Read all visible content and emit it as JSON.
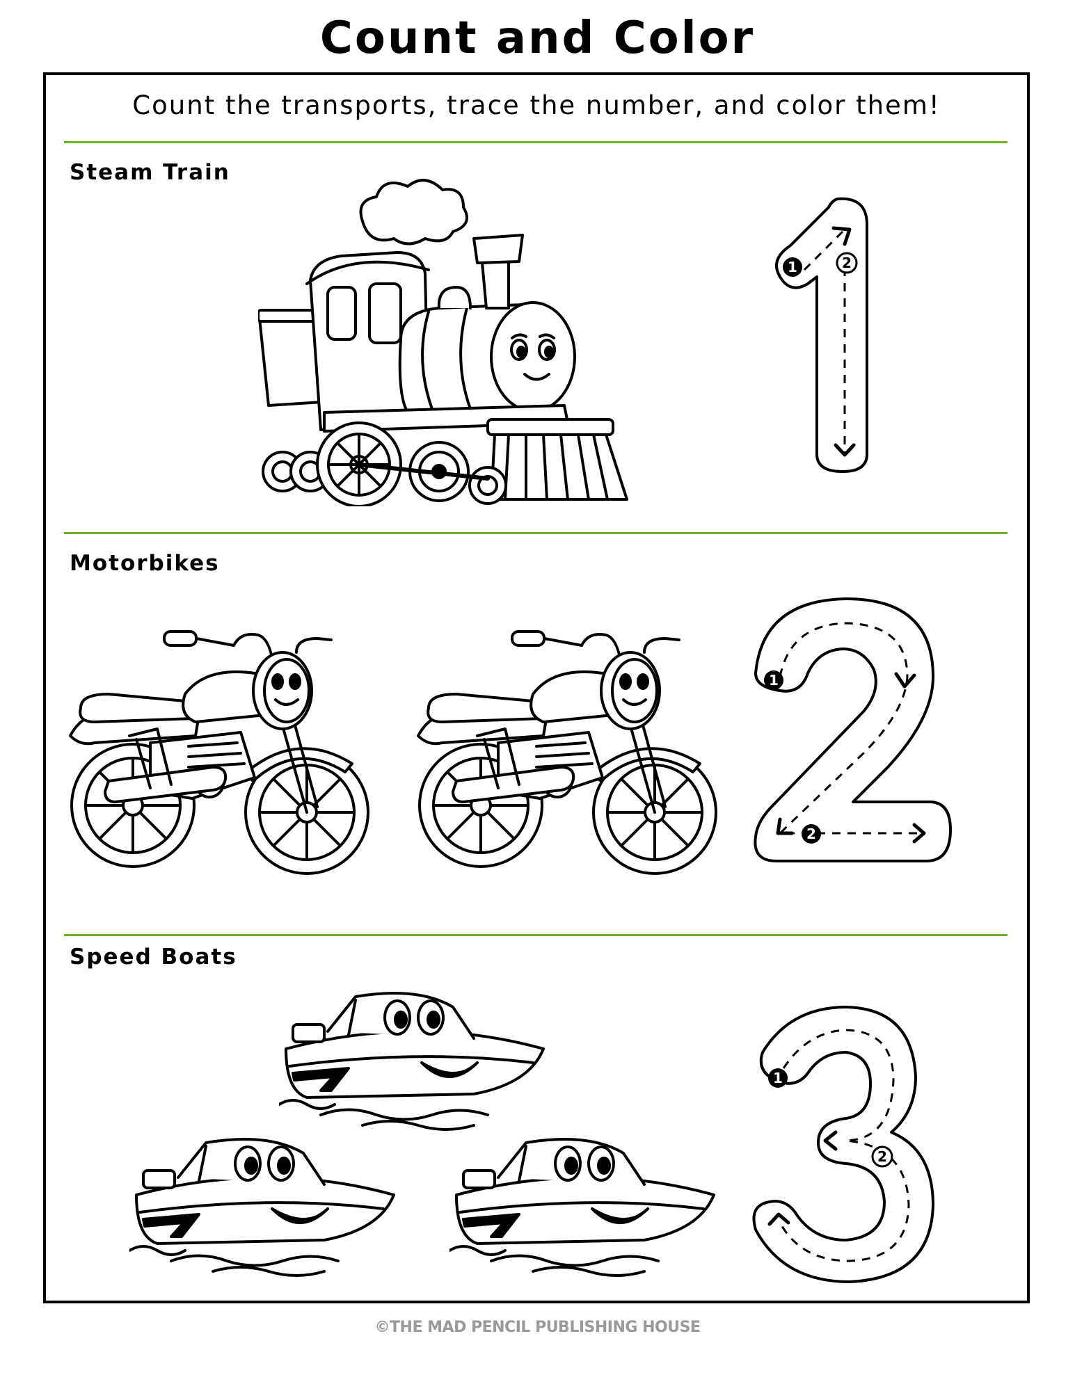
{
  "title": "Count and Color",
  "instructions": "Count the transports, trace the number, and color them!",
  "rows": [
    {
      "label": "Steam Train",
      "count": 1,
      "trace_number": "1",
      "stroke_markers": [
        "1",
        "2"
      ]
    },
    {
      "label": "Motorbikes",
      "count": 2,
      "trace_number": "2",
      "stroke_markers": [
        "1",
        "2"
      ]
    },
    {
      "label": "Speed Boats",
      "count": 3,
      "trace_number": "3",
      "stroke_markers": [
        "1",
        "2"
      ]
    }
  ],
  "footer": "©THE MAD PENCIL PUBLISHING HOUSE",
  "colors": {
    "divider": "#6fb02a",
    "footer": "#9a9a9a",
    "outline": "#000000"
  },
  "icons": [
    "steam-train-icon",
    "motorbike-icon",
    "speed-boat-icon",
    "trace-number-icon"
  ]
}
